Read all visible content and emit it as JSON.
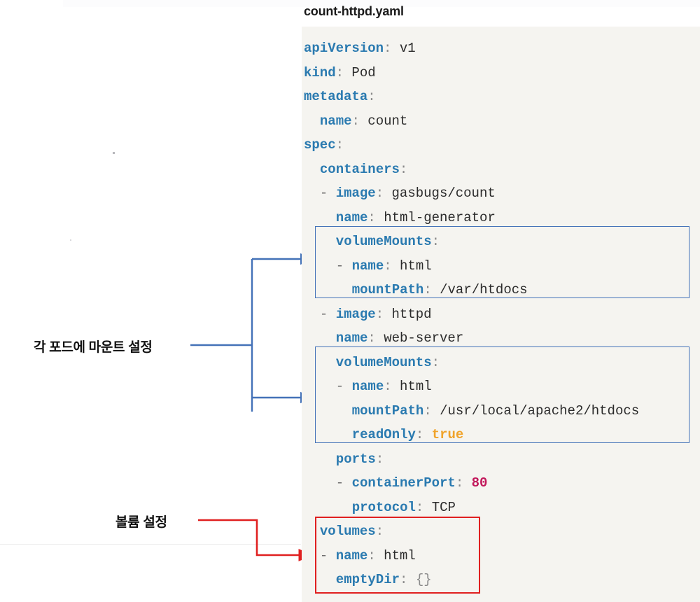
{
  "document": {
    "title": "count-httpd.yaml",
    "type": "kubernetes-pod-manifest-diagram"
  },
  "code_panel": {
    "filename": "count-httpd.yaml",
    "language": "yaml",
    "background_color": "#f5f4f0",
    "lines": [
      {
        "indent": 0,
        "dash": false,
        "key": "apiVersion",
        "value": "v1",
        "value_kind": "string"
      },
      {
        "indent": 0,
        "dash": false,
        "key": "kind",
        "value": "Pod",
        "value_kind": "string"
      },
      {
        "indent": 0,
        "dash": false,
        "key": "metadata",
        "value": "",
        "value_kind": "none"
      },
      {
        "indent": 1,
        "dash": false,
        "key": "name",
        "value": "count",
        "value_kind": "string"
      },
      {
        "indent": 0,
        "dash": false,
        "key": "spec",
        "value": "",
        "value_kind": "none"
      },
      {
        "indent": 1,
        "dash": false,
        "key": "containers",
        "value": "",
        "value_kind": "none"
      },
      {
        "indent": 1,
        "dash": true,
        "key": "image",
        "value": "gasbugs/count",
        "value_kind": "string"
      },
      {
        "indent": 2,
        "dash": false,
        "key": "name",
        "value": "html-generator",
        "value_kind": "string"
      },
      {
        "indent": 2,
        "dash": false,
        "key": "volumeMounts",
        "value": "",
        "value_kind": "none"
      },
      {
        "indent": 2,
        "dash": true,
        "key": "name",
        "value": "html",
        "value_kind": "string"
      },
      {
        "indent": 3,
        "dash": false,
        "key": "mountPath",
        "value": "/var/htdocs",
        "value_kind": "string"
      },
      {
        "indent": 1,
        "dash": true,
        "key": "image",
        "value": "httpd",
        "value_kind": "string"
      },
      {
        "indent": 2,
        "dash": false,
        "key": "name",
        "value": "web-server",
        "value_kind": "string"
      },
      {
        "indent": 2,
        "dash": false,
        "key": "volumeMounts",
        "value": "",
        "value_kind": "none"
      },
      {
        "indent": 2,
        "dash": true,
        "key": "name",
        "value": "html",
        "value_kind": "string"
      },
      {
        "indent": 3,
        "dash": false,
        "key": "mountPath",
        "value": "/usr/local/apache2/htdocs",
        "value_kind": "string"
      },
      {
        "indent": 3,
        "dash": false,
        "key": "readOnly",
        "value": "true",
        "value_kind": "boolean"
      },
      {
        "indent": 2,
        "dash": false,
        "key": "ports",
        "value": "",
        "value_kind": "none"
      },
      {
        "indent": 2,
        "dash": true,
        "key": "containerPort",
        "value": "80",
        "value_kind": "number"
      },
      {
        "indent": 3,
        "dash": false,
        "key": "protocol",
        "value": "TCP",
        "value_kind": "string"
      },
      {
        "indent": 1,
        "dash": false,
        "key": "volumes",
        "value": "",
        "value_kind": "none"
      },
      {
        "indent": 1,
        "dash": true,
        "key": "name",
        "value": "html",
        "value_kind": "string"
      },
      {
        "indent": 2,
        "dash": false,
        "key": "emptyDir",
        "value": "{}",
        "value_kind": "brace"
      }
    ]
  },
  "highlights": [
    {
      "id": "volume-mounts-box-1",
      "color": "#4472b8",
      "label": "volumeMounts block for html-generator"
    },
    {
      "id": "volume-mounts-box-2",
      "color": "#4472b8",
      "label": "volumeMounts block for web-server"
    },
    {
      "id": "volumes-box",
      "color": "#e02020",
      "label": "volumes block"
    }
  ],
  "annotations": [
    {
      "id": "mount-annotation",
      "text": "각 포드에 마운트 설정",
      "color": "#111111",
      "connector_color": "#4472b8"
    },
    {
      "id": "volume-annotation",
      "text": "볼륨 설정",
      "color": "#111111",
      "connector_color": "#e02020"
    }
  ],
  "colors": {
    "key": "#2a7ab0",
    "value": "#2b2b2b",
    "colon": "#8a8a8a",
    "boolean": "#f0a32a",
    "number": "#c2185b",
    "panel_bg": "#f5f4f0",
    "blue_accent": "#4472b8",
    "red_accent": "#e02020"
  }
}
